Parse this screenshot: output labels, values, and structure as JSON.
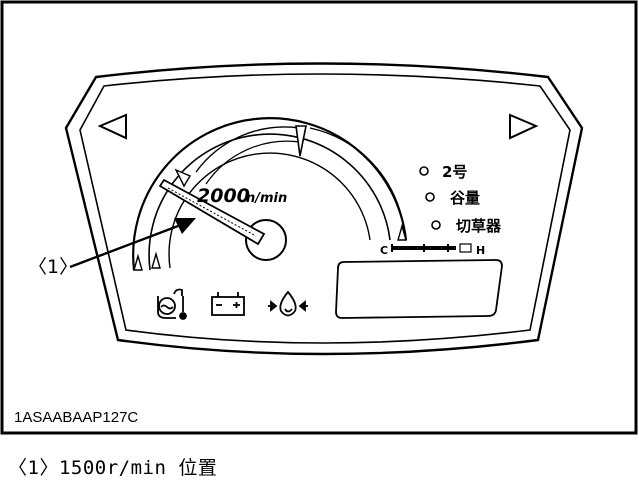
{
  "figure": {
    "code": "1ASAABAAP127C",
    "callout_label": "〈1〉",
    "caption": "〈1〉1500r/min 位置"
  },
  "gauge": {
    "rpm_value": "2000",
    "rpm_unit": "n/min",
    "temp_c": "C",
    "temp_h": "H"
  },
  "modes": [
    {
      "label": "2号"
    },
    {
      "label": "谷量"
    },
    {
      "label": "切草器"
    }
  ],
  "icons": {
    "left_arrow": "left-triangle-icon",
    "right_arrow": "right-triangle-icon",
    "coolant": "coolant-temperature-icon",
    "battery": "battery-icon",
    "oil": "oil-pressure-icon"
  }
}
